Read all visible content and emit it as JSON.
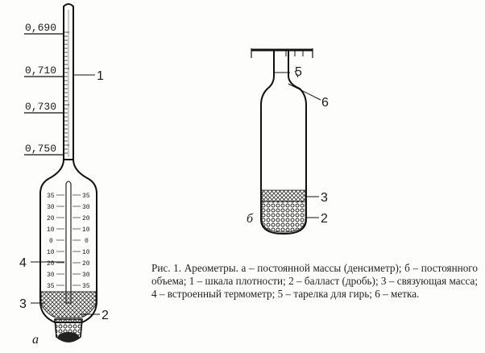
{
  "figure": {
    "hydrometer_a": {
      "letter": "а",
      "density_scale": [
        "0,690",
        "0,710",
        "0,730",
        "0,750"
      ],
      "callouts": {
        "scale": "1",
        "ballast": "2",
        "binder": "3",
        "thermometer": "4"
      },
      "thermometer_scale": [
        "35",
        "30",
        "20",
        "10",
        "0",
        "10",
        "20",
        "30",
        "35"
      ]
    },
    "hydrometer_b": {
      "letter": "б",
      "callouts": {
        "plate": "5",
        "mark": "6",
        "binder": "3",
        "ballast": "2"
      }
    },
    "caption": "Рис. 1. Ареометры. а – постоянной массы (денсиметр); б – постоянного объема; 1 – шкала плотности; 2 – балласт (дробь); 3 – связующая масса; 4 – встроенный термометр; 5 – тарелка для гирь; 6 – метка."
  }
}
